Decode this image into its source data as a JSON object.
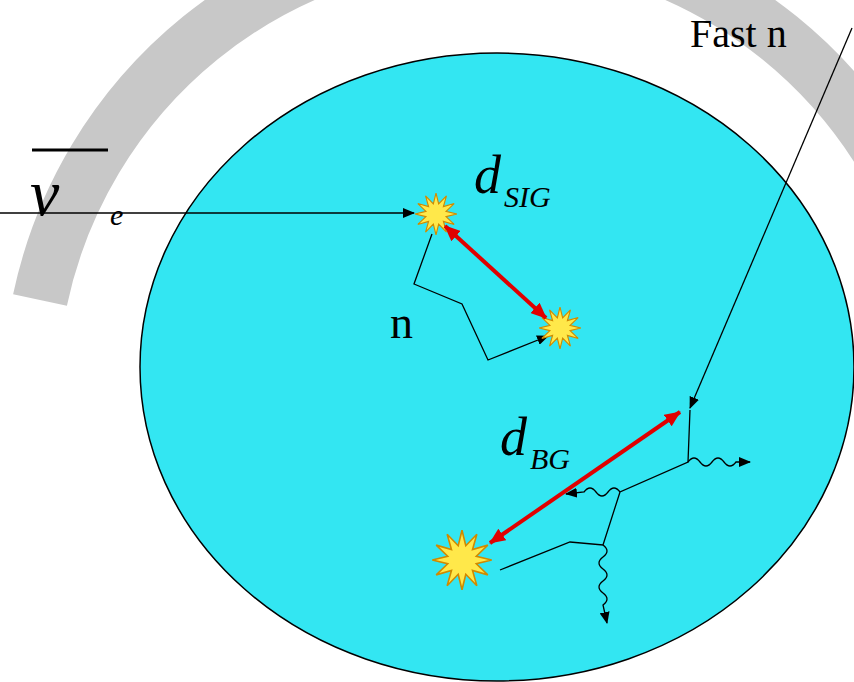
{
  "diagram": {
    "labels": [
      "ν",
      "e",
      "d",
      "SIG",
      "n",
      "d",
      "BG",
      "Fast n"
    ]
  }
}
